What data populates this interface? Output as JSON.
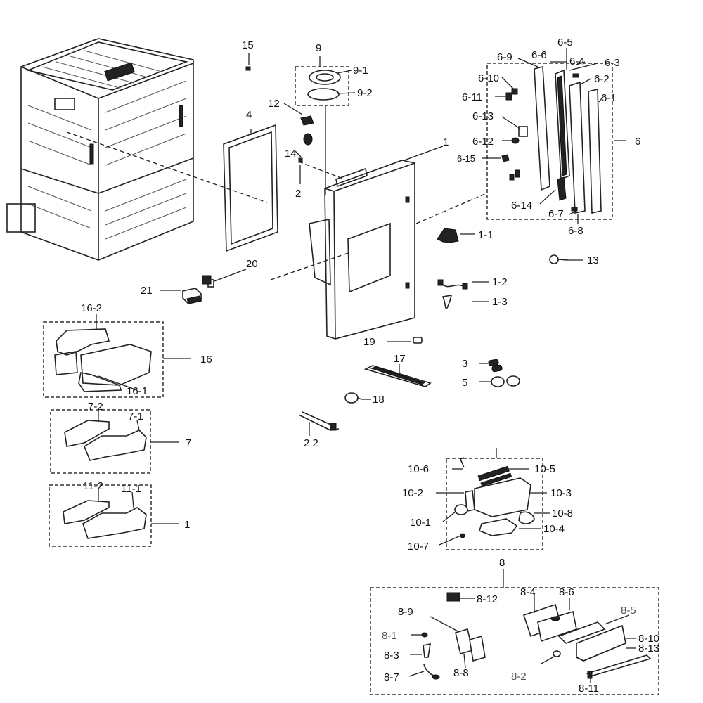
{
  "labels": {
    "l15": "15",
    "l9": "9",
    "l9_1": "9-1",
    "l9_2": "9-2",
    "l12": "12",
    "l4": "4",
    "l14": "14",
    "l2": "2",
    "l1top": "1",
    "l6_5": "6-5",
    "l6_9": "6-9",
    "l6_6": "6-6",
    "l6_4": "6-4",
    "l6_3": "6-3",
    "l6_10": "6-10",
    "l6_2": "6-2",
    "l6_11": "6-11",
    "l6_1": "6-1",
    "l6_13": "6-13",
    "l6_12": "6-12",
    "l6": "6",
    "l6_15": "6-15",
    "l6_14": "6-14",
    "l6_7": "6-7",
    "l6_8": "6-8",
    "l1_1": "1-1",
    "l13": "13",
    "l20": "20",
    "l21": "21",
    "l1_2": "1-2",
    "l1_3": "1-3",
    "l16_2": "16-2",
    "l16": "16",
    "l16_1": "16-1",
    "l19": "19",
    "l17": "17",
    "l3": "3",
    "l5": "5",
    "l18": "18",
    "l7_2": "7-2",
    "l7_1": "7-1",
    "l7": "7",
    "l22": "2 2",
    "l11_2": "11-2",
    "l11_1": "11-1",
    "l11": "1",
    "l10_6": "10-6",
    "l10_5": "10-5",
    "l10_2": "10-2",
    "l10_3": "10-3",
    "l10_8": "10-8",
    "l10_1": "10-1",
    "l10_4": "10-4",
    "l10_7": "10-7",
    "l8": "8",
    "l8_12": "8-12",
    "l8_4": "8-4",
    "l8_6": "8-6",
    "l8_9": "8-9",
    "l8_5": "8-5",
    "l8_1": "8-1",
    "l8_10": "8-10",
    "l8_13": "8-13",
    "l8_3": "8-3",
    "l8_2": "8-2",
    "l8_7": "8-7",
    "l8_8": "8-8",
    "l8_11": "8-11"
  }
}
